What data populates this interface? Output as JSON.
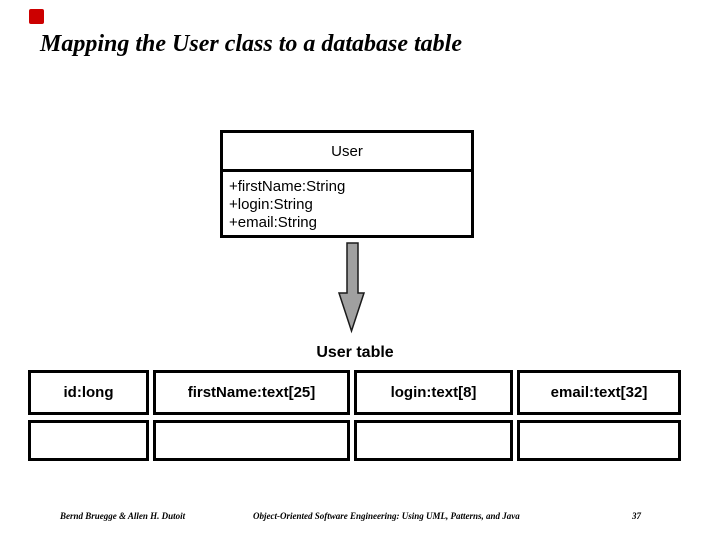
{
  "slide": {
    "title": "Mapping the User class to a database table",
    "accent_square_color": "#cc0000",
    "footer": {
      "authors": "Bernd Bruegge & Allen H. Dutoit",
      "book": "Object-Oriented Software Engineering: Using UML, Patterns, and Java",
      "page_number": "37"
    }
  },
  "uml_class": {
    "name": "User",
    "attributes": [
      "+firstName:String",
      "+login:String",
      "+email:String"
    ]
  },
  "arrow": {
    "meaning": "class-maps-to-table",
    "fill_color": "#a0a0a0",
    "outline_color": "#1a1a1a"
  },
  "database_table": {
    "caption": "User table",
    "columns": [
      "id:long",
      "firstName:text[25]",
      "login:text[8]",
      "email:text[32]"
    ]
  }
}
